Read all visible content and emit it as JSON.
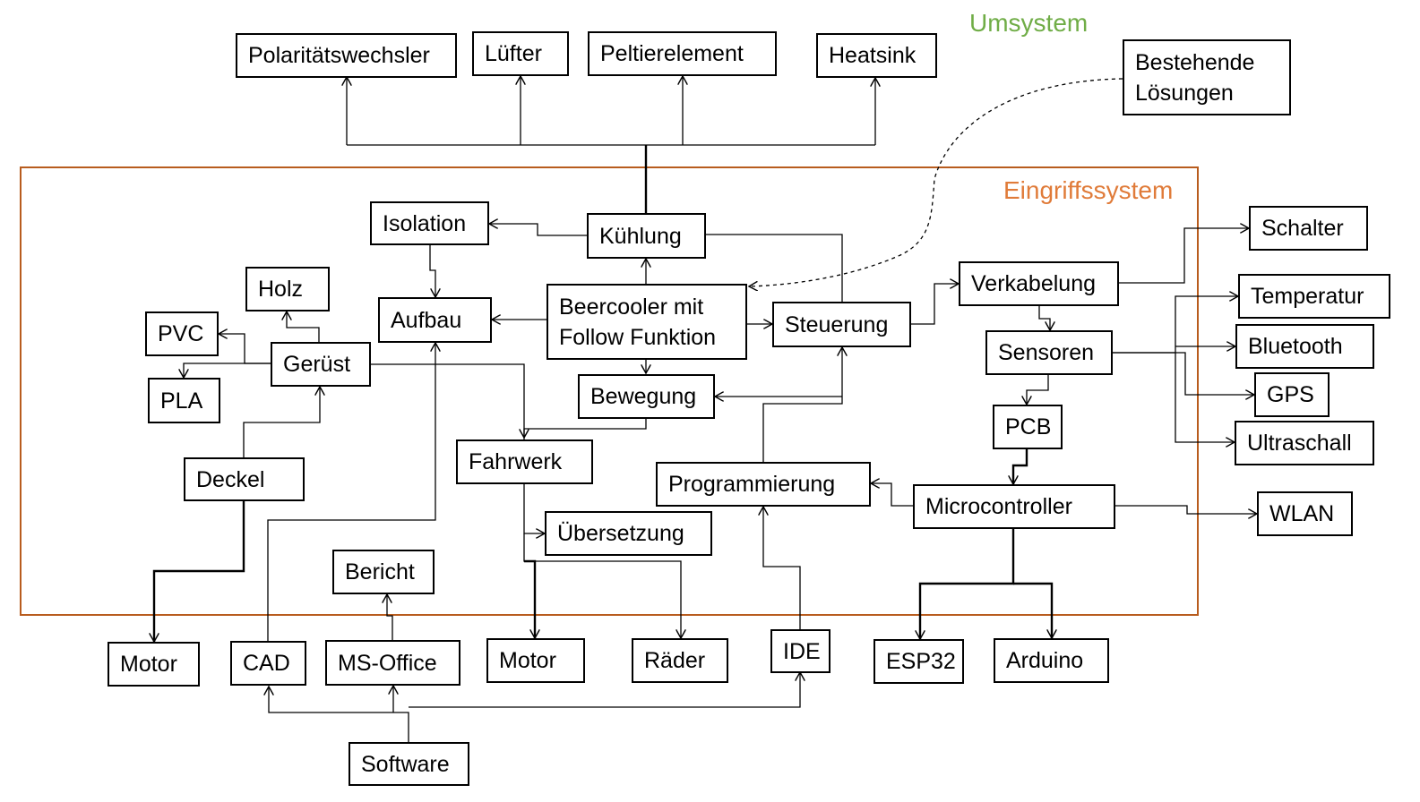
{
  "regions": {
    "umsystem": "Umsystem",
    "eingriffssystem": "Eingriffssystem"
  },
  "nodes": {
    "polaritaetswechsler": "Polaritätswechsler",
    "luefter": "Lüfter",
    "peltierelement": "Peltierelement",
    "heatsink": "Heatsink",
    "bestehende_loesungen": "Bestehende\nLösungen",
    "isolation": "Isolation",
    "kuehlung": "Kühlung",
    "holz": "Holz",
    "pvc": "PVC",
    "aufbau": "Aufbau",
    "beercooler": "Beercooler mit\nFollow Funktion",
    "steuerung": "Steuerung",
    "verkabelung": "Verkabelung",
    "schalter": "Schalter",
    "temperatur": "Temperatur",
    "geruest": "Gerüst",
    "pla": "PLA",
    "bewegung": "Bewegung",
    "sensoren": "Sensoren",
    "bluetooth": "Bluetooth",
    "gps": "GPS",
    "pcb": "PCB",
    "ultraschall": "Ultraschall",
    "deckel": "Deckel",
    "fahrwerk": "Fahrwerk",
    "programmierung": "Programmierung",
    "microcontroller": "Microcontroller",
    "wlan": "WLAN",
    "uebersetzung": "Übersetzung",
    "bericht": "Bericht",
    "motor_left": "Motor",
    "cad": "CAD",
    "ms_office": "MS-Office",
    "motor_mid": "Motor",
    "raeder": "Räder",
    "ide": "IDE",
    "esp32": "ESP32",
    "arduino": "Arduino",
    "software": "Software"
  }
}
